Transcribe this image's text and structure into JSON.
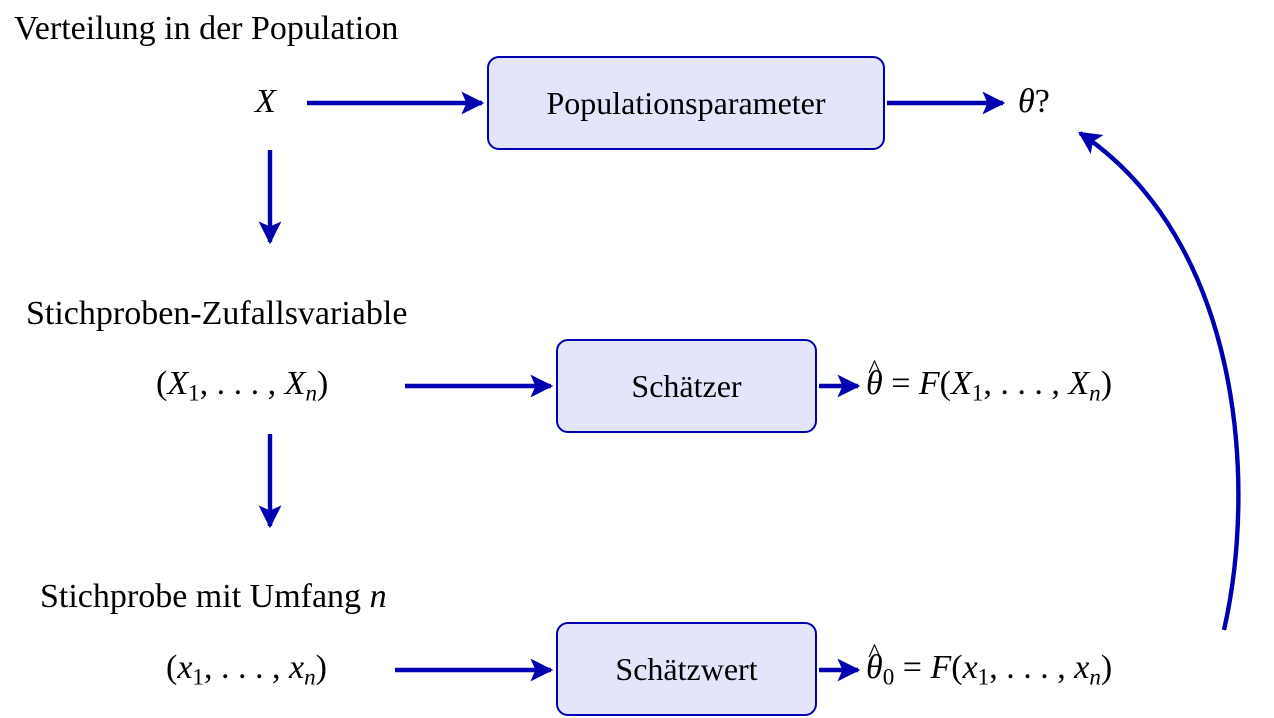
{
  "headings": {
    "population": "Verteilung in der Population",
    "random_sample": "Stichproben-Zufallsvariable",
    "sample_prefix": "Stichprobe mit Umfang ",
    "sample_n": "n"
  },
  "population_row": {
    "variable": "X",
    "box_label": "Populationsparameter",
    "result_symbol": "θ",
    "result_suffix": "?"
  },
  "estimator_row": {
    "open": "(",
    "var1": "X",
    "sub1": "1",
    "ellipsis": ", . . . , ",
    "varn": "X",
    "subn": "n",
    "close": ")",
    "box_label": "Schätzer",
    "result_symbol": "θ",
    "result_eq": " = ",
    "result_func": "F",
    "result_args_open": "(",
    "result_var1": "X",
    "result_sub1": "1",
    "result_ellipsis": ", . . . , ",
    "result_varn": "X",
    "result_subn": "n",
    "result_args_close": ")"
  },
  "estimate_row": {
    "open": "(",
    "var1": "x",
    "sub1": "1",
    "ellipsis": ", . . . , ",
    "varn": "x",
    "subn": "n",
    "close": ")",
    "box_label": "Schätzwert",
    "result_symbol": "θ",
    "result_sub": "0",
    "result_eq": " = ",
    "result_func": "F",
    "result_args_open": "(",
    "result_var1": "x",
    "result_sub1": "1",
    "result_ellipsis": ", . . . , ",
    "result_varn": "x",
    "result_subn": "n",
    "result_args_close": ")"
  },
  "colors": {
    "arrow": "#0000b0",
    "box_fill": "#e4e4fb",
    "box_border": "#0000b0"
  }
}
